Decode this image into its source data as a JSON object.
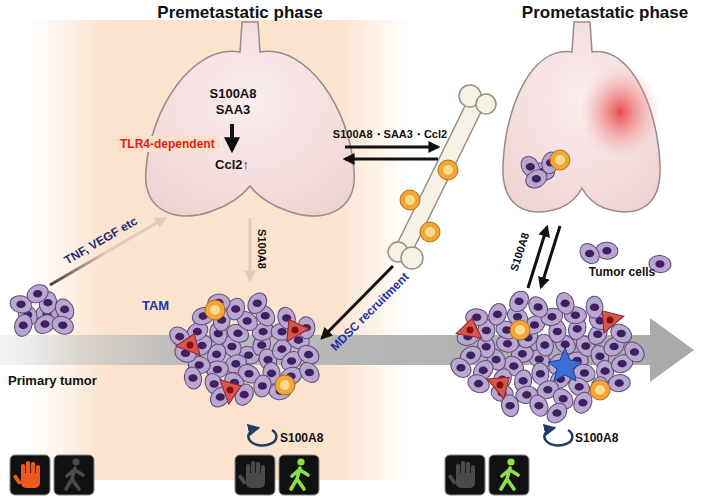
{
  "diagram": {
    "nodes": [
      {
        "text": [
          "S100A8 SAA3",
          "TLR4-dependent",
          "Ccl2↑"
        ]
      },
      {
        "text": [
          "Primary tumor"
        ]
      },
      {
        "text": [
          "TAM",
          "S100A8"
        ]
      },
      {
        "text": [
          "S100A8"
        ]
      }
    ],
    "edges": [
      {
        "from": 1,
        "to": 0,
        "label": "TNF, VEGF etc",
        "arrow": "to"
      },
      {
        "from": 0,
        "to": 2,
        "label": "S100A8",
        "arrow": "to"
      }
    ],
    "labels": [
      "Premetastatic phase",
      "Prometastatic phase",
      "S100A8・SAA3・Ccl2",
      "MDSC recruitment",
      "S100A8",
      "Tumor cells"
    ]
  }
}
